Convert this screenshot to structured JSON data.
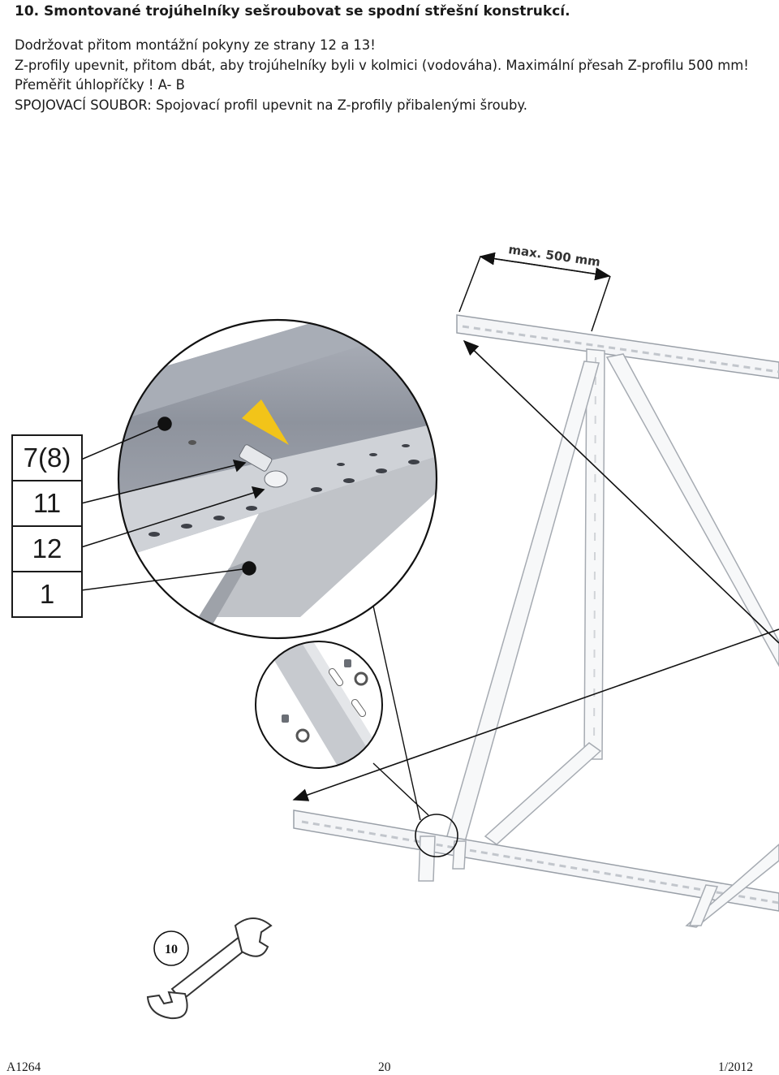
{
  "heading": "10. Smontované trojúhelníky sešroubovat se spodní střešní konstrukcí.",
  "instructions": [
    "Dodržovat přitom montážní pokyny ze strany 12 a 13!",
    "Z-profily upevnit, přitom dbát, aby trojúhelníky byli v kolmici (vodováha). Maximální přesah Z-profilu 500 mm!",
    "Přeměřit úhlopříčky ! A- B",
    "SPOJOVACÍ SOUBOR: Spojovací profil upevnit na Z-profily přibalenými šrouby."
  ],
  "dimension_label": "max. 500 mm",
  "parts_table": [
    "7(8)",
    "11",
    "12",
    "1"
  ],
  "tool_number": "10",
  "footer": {
    "left": "A1264",
    "center": "20",
    "right": "1/2012"
  },
  "colors": {
    "text": "#1a1a1a",
    "profile_gray": "#9a9fa8",
    "marker_yellow": "#f2c419"
  }
}
